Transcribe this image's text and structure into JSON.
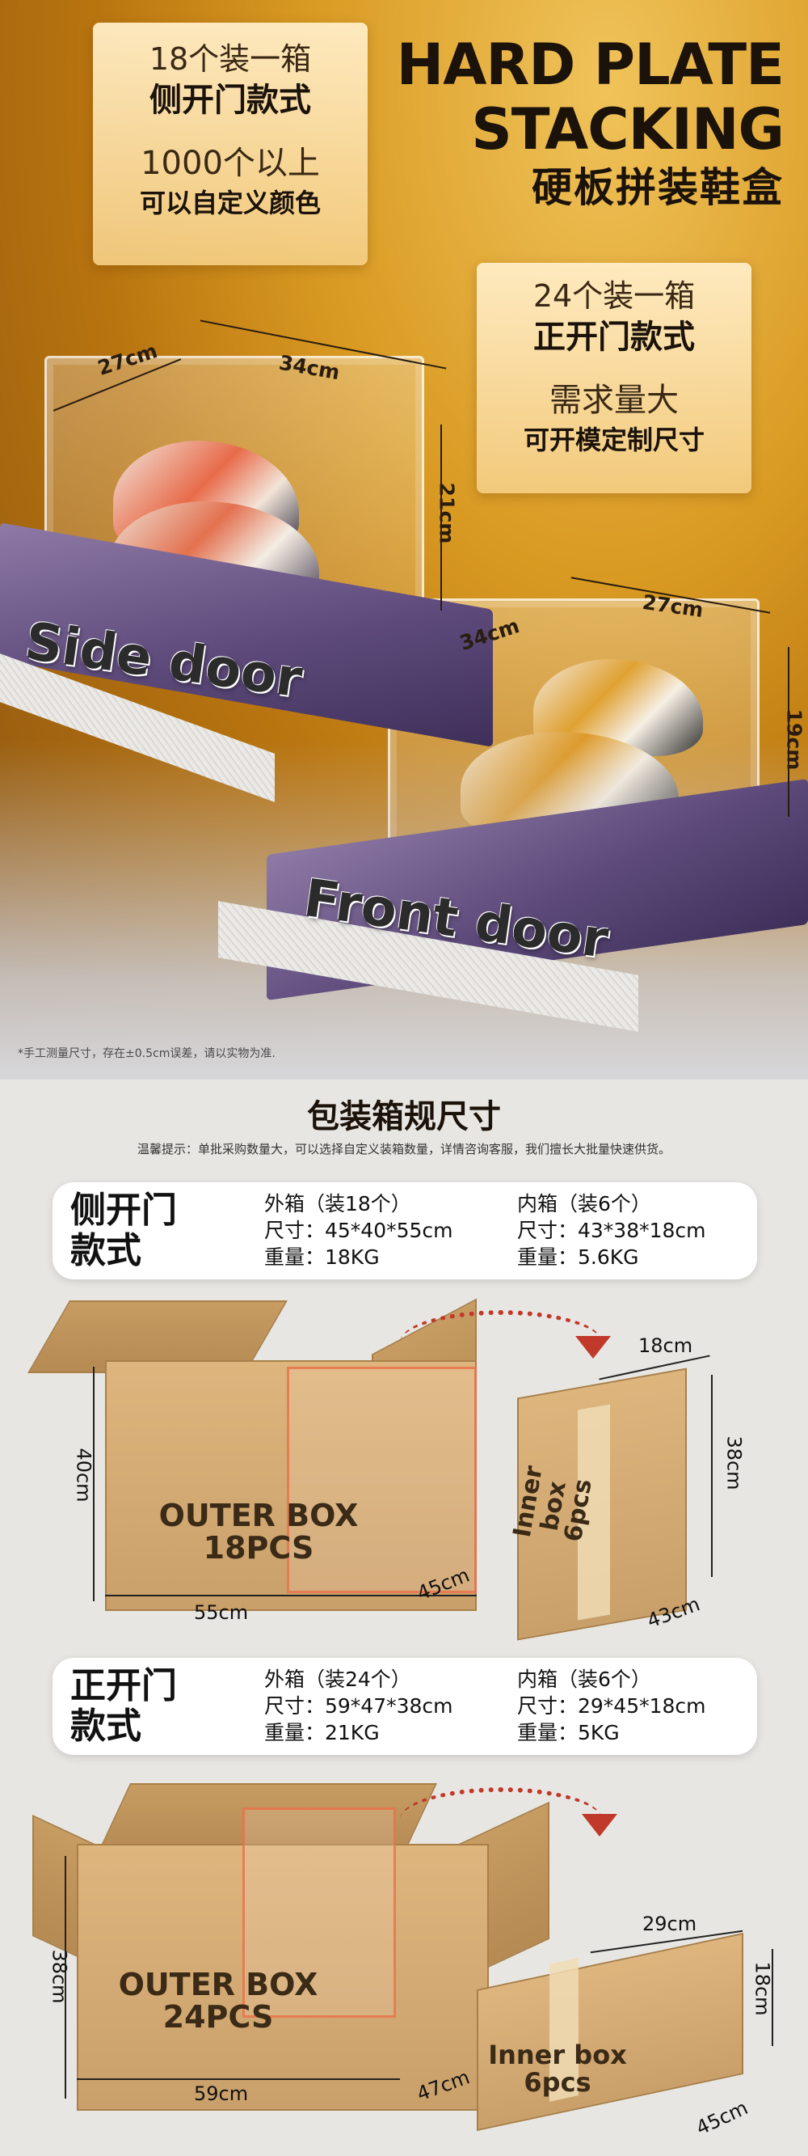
{
  "hero": {
    "title_en_line1": "HARD PLATE",
    "title_en_line2": "STACKING",
    "title_cn": "硬板拼装鞋盒",
    "side_card": {
      "line1": "18个装一箱",
      "line2": "侧开门款式",
      "line3": "1000个以上",
      "line4": "可以自定义颜色"
    },
    "front_card": {
      "line1": "24个装一箱",
      "line2": "正开门款式",
      "line3": "需求量大",
      "line4": "可开模定制尺寸"
    },
    "side_door_label": "Side door",
    "front_door_label": "Front door",
    "side_dims": {
      "w": "27cm",
      "d": "34cm",
      "h": "21cm"
    },
    "front_dims": {
      "w": "34cm",
      "d": "27cm",
      "h": "19cm"
    },
    "note": "*手工测量尺寸，存在±0.5cm误差，请以实物为准."
  },
  "packaging": {
    "title": "包装箱规尺寸",
    "tip": "温馨提示：单批采购数量大，可以选择自定义装箱数量，详情咨询客服，我们擅长大批量快速供货。",
    "side": {
      "name_line1": "侧开门",
      "name_line2": "款式",
      "outer": [
        "外箱（装18个）",
        "尺寸：45*40*55cm",
        "重量：18KG"
      ],
      "inner": [
        "内箱（装6个）",
        "尺寸：43*38*18cm",
        "重量：5.6KG"
      ],
      "outer_label_1": "OUTER BOX",
      "outer_label_2": "18PCS",
      "inner_label_1": "Inner box",
      "inner_label_2": "6pcs",
      "dims": {
        "outer_h": "40cm",
        "outer_w": "55cm",
        "outer_d": "45cm",
        "inner_w": "18cm",
        "inner_h": "38cm",
        "inner_d": "43cm"
      }
    },
    "front": {
      "name_line1": "正开门",
      "name_line2": "款式",
      "outer": [
        "外箱（装24个）",
        "尺寸：59*47*38cm",
        "重量：21KG"
      ],
      "inner": [
        "内箱（装6个）",
        "尺寸：29*45*18cm",
        "重量：5KG"
      ],
      "outer_label_1": "OUTER BOX",
      "outer_label_2": "24PCS",
      "inner_label_1": "Inner box",
      "inner_label_2": "6pcs",
      "dims": {
        "outer_h": "38cm",
        "outer_w": "59cm",
        "outer_d": "47cm",
        "inner_w": "29cm",
        "inner_h": "18cm",
        "inner_d": "45cm"
      }
    }
  },
  "colors": {
    "accent_orange": "#d99a22",
    "platform_purple": "#5d4a7b",
    "arrow_red": "#c0392b",
    "carton": "#d4aa72"
  }
}
